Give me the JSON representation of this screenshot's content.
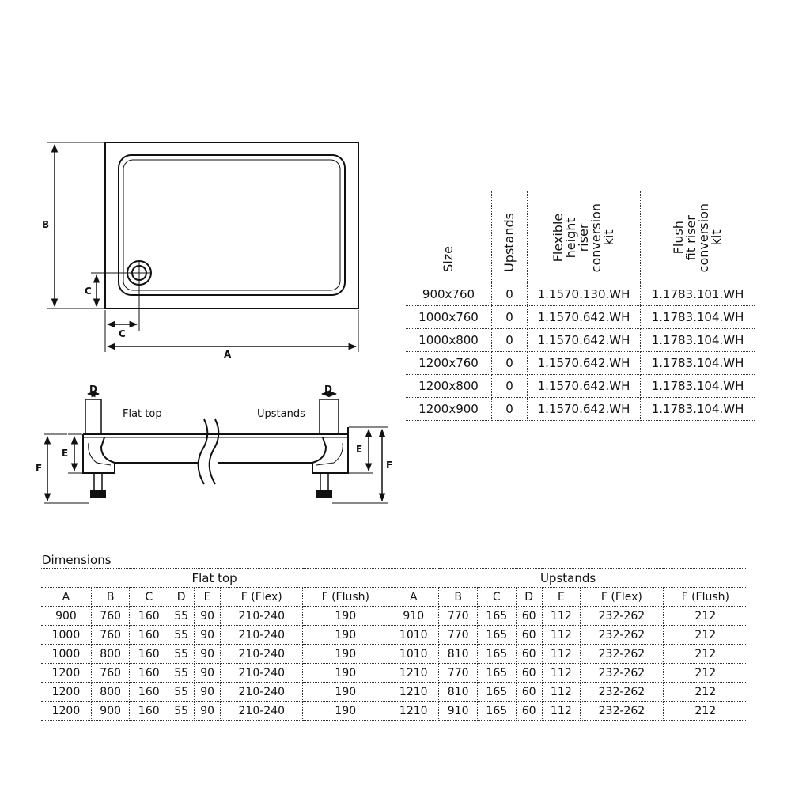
{
  "diagram_labels": {
    "A": "A",
    "B": "B",
    "C": "C",
    "D": "D",
    "E": "E",
    "F": "F",
    "flat_top": "Flat top",
    "upstands": "Upstands"
  },
  "variants": {
    "headers": [
      "Size",
      "Upstands",
      "Flexible\nheight\nriser\nconversion\nkit",
      "Flush\nfit riser\nconversion\nkit"
    ],
    "rows": [
      [
        "900x760",
        "0",
        "1.1570.130.WH",
        "1.1783.101.WH"
      ],
      [
        "1000x760",
        "0",
        "1.1570.642.WH",
        "1.1783.104.WH"
      ],
      [
        "1000x800",
        "0",
        "1.1570.642.WH",
        "1.1783.104.WH"
      ],
      [
        "1200x760",
        "0",
        "1.1570.642.WH",
        "1.1783.104.WH"
      ],
      [
        "1200x800",
        "0",
        "1.1570.642.WH",
        "1.1783.104.WH"
      ],
      [
        "1200x900",
        "0",
        "1.1570.642.WH",
        "1.1783.104.WH"
      ]
    ]
  },
  "dimensions": {
    "title": "Dimensions",
    "groups": [
      "Flat top",
      "Upstands"
    ],
    "columns": [
      "A",
      "B",
      "C",
      "D",
      "E",
      "F (Flex)",
      "F (Flush)",
      "A",
      "B",
      "C",
      "D",
      "E",
      "F (Flex)",
      "F (Flush)"
    ],
    "rows": [
      [
        "900",
        "760",
        "160",
        "55",
        "90",
        "210-240",
        "190",
        "910",
        "770",
        "165",
        "60",
        "112",
        "232-262",
        "212"
      ],
      [
        "1000",
        "760",
        "160",
        "55",
        "90",
        "210-240",
        "190",
        "1010",
        "770",
        "165",
        "60",
        "112",
        "232-262",
        "212"
      ],
      [
        "1000",
        "800",
        "160",
        "55",
        "90",
        "210-240",
        "190",
        "1010",
        "810",
        "165",
        "60",
        "112",
        "232-262",
        "212"
      ],
      [
        "1200",
        "760",
        "160",
        "55",
        "90",
        "210-240",
        "190",
        "1210",
        "770",
        "165",
        "60",
        "112",
        "232-262",
        "212"
      ],
      [
        "1200",
        "800",
        "160",
        "55",
        "90",
        "210-240",
        "190",
        "1210",
        "810",
        "165",
        "60",
        "112",
        "232-262",
        "212"
      ],
      [
        "1200",
        "900",
        "160",
        "55",
        "90",
        "210-240",
        "190",
        "1210",
        "910",
        "165",
        "60",
        "112",
        "232-262",
        "212"
      ]
    ]
  }
}
